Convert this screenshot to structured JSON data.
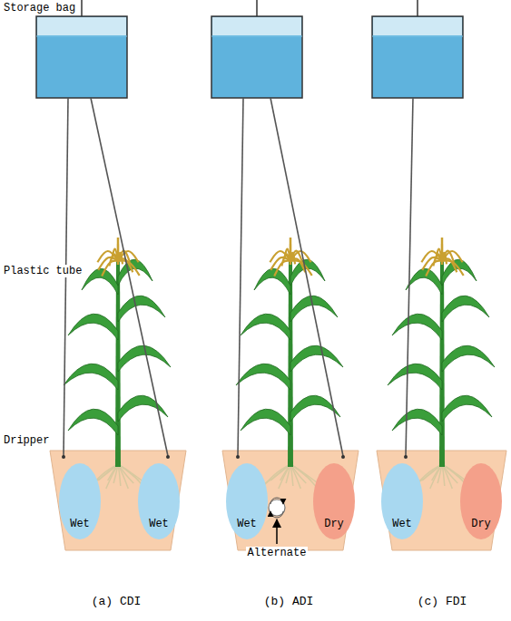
{
  "diagram": {
    "nodes": [
      {
        "text": [
          "Wet"
        ]
      },
      {
        "text": [
          "Wet"
        ]
      },
      {
        "text": [
          "Wet"
        ]
      },
      {
        "text": [
          "Dry"
        ]
      },
      {
        "text": [
          "Wet"
        ]
      },
      {
        "text": [
          "Dry"
        ]
      }
    ],
    "labels": [
      "Storage bag",
      "Plastic tube",
      "Dripper",
      "Alternate",
      "(a) CDI",
      "(b) ADI",
      "(c) FDI"
    ]
  }
}
